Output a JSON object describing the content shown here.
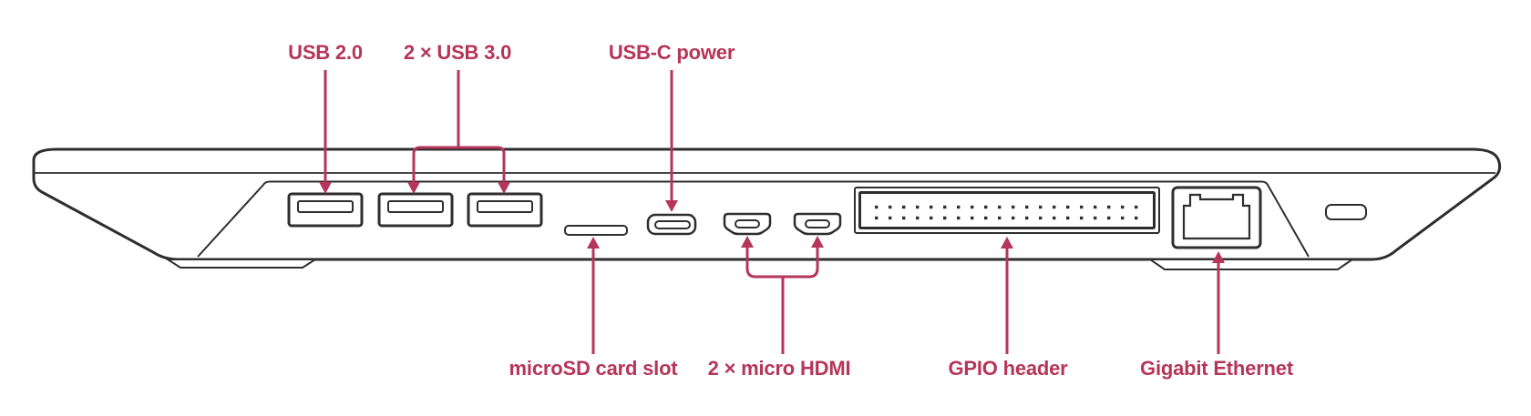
{
  "colors": {
    "accent": "#b6355a",
    "ink": "#2e2e2e"
  },
  "callouts": {
    "top": [
      {
        "id": "usb2",
        "text": "USB 2.0"
      },
      {
        "id": "usb3",
        "text": "2 × USB 3.0"
      },
      {
        "id": "usbc",
        "text": "USB-C power"
      }
    ],
    "bottom": [
      {
        "id": "microsd",
        "text": "microSD card slot"
      },
      {
        "id": "hdmi",
        "text": "2 × micro HDMI"
      },
      {
        "id": "gpio",
        "text": "GPIO header"
      },
      {
        "id": "ethernet",
        "text": "Gigabit Ethernet"
      }
    ]
  }
}
